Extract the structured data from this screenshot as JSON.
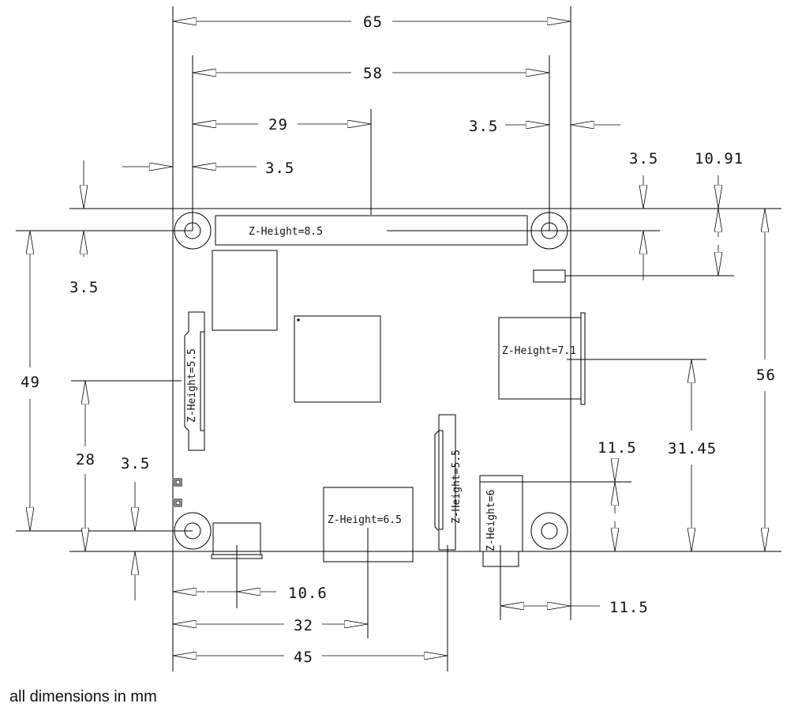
{
  "units_note": "all dimensions in mm",
  "z_heights": {
    "gpio_header": "Z-Height=8.5",
    "camera_connector": "Z-Height=5.5",
    "usb_connector": "Z-Height=7.1",
    "hdmi_connector": "Z-Height=6.5",
    "display_connector": "Z-Height=5.5",
    "audio_jack": "Z-Height=6"
  },
  "dimensions": {
    "board_width": "65",
    "hole_spacing_x": "58",
    "header_center_x": "29",
    "hole_offset_right": "3.5",
    "hole_offset_left": "3.5",
    "hole_offset_top_right": "3.5",
    "usb_offset_top": "10.91",
    "hole_offset_top_left": "3.5",
    "hole_spacing_y": "49",
    "board_height": "56",
    "usb_center_y": "31.45",
    "camera_center_y": "28",
    "hole_offset_bottom": "3.5",
    "audio_center_y": "11.5",
    "usb_power_x": "10.6",
    "hdmi_center_x": "32",
    "display_x": "45",
    "audio_offset_right": "11.5"
  }
}
